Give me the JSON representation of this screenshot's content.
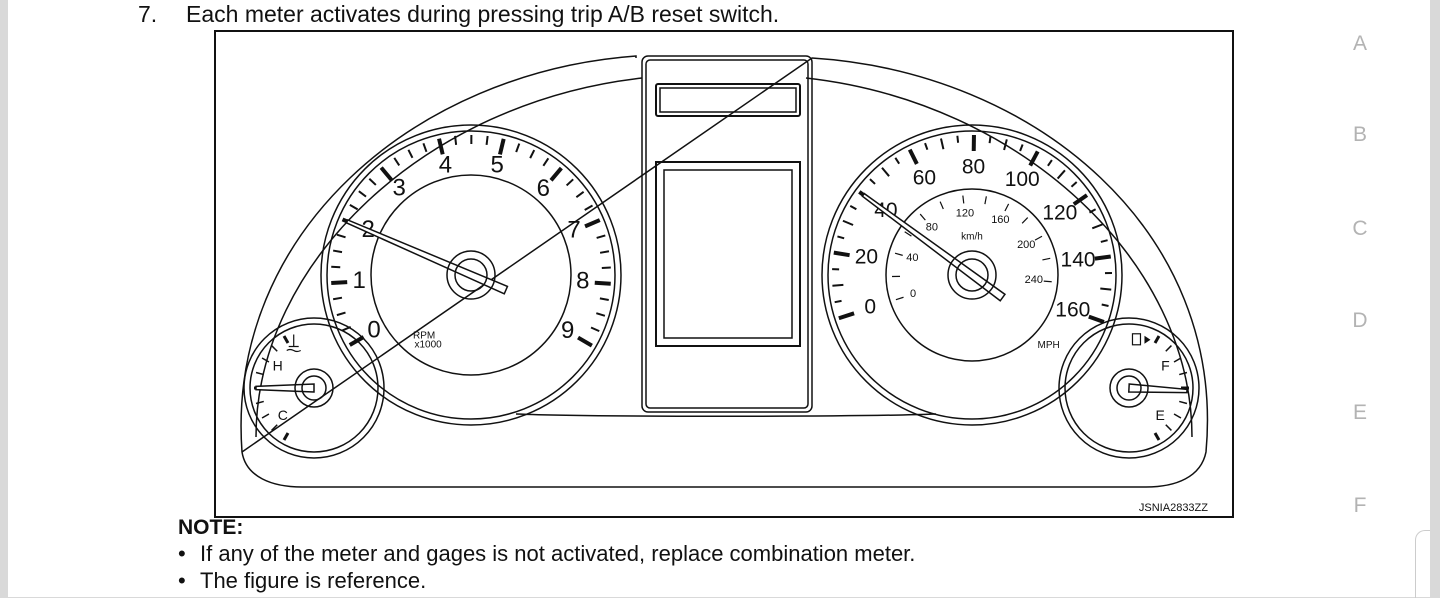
{
  "step": {
    "number": "7.",
    "text": "Each meter activates during pressing trip A/B reset switch."
  },
  "figure": {
    "id": "JSNIA2833ZZ",
    "tachometer": {
      "labels": [
        "0",
        "1",
        "2",
        "3",
        "4",
        "5",
        "6",
        "7",
        "8",
        "9"
      ],
      "unit_line1": "RPM",
      "unit_line2": "x1000",
      "needle_value": 2.0
    },
    "speedometer": {
      "mph_labels": [
        "0",
        "20",
        "40",
        "60",
        "80",
        "100",
        "120",
        "140",
        "160"
      ],
      "kmh_labels": [
        "0",
        "40",
        "80",
        "120",
        "160",
        "200",
        "240"
      ],
      "unit_mph": "MPH",
      "unit_kmh": "km/h",
      "needle_value_mph": 40
    },
    "temp_gauge": {
      "hot": "H",
      "cold": "C"
    },
    "fuel_gauge": {
      "full": "F",
      "empty": "E"
    }
  },
  "note": {
    "title": "NOTE:",
    "bullets": [
      "If any of the meter and gages is not activated, replace combination meter.",
      "The figure is reference."
    ]
  },
  "side_tabs": [
    "A",
    "B",
    "C",
    "D",
    "E",
    "F"
  ]
}
